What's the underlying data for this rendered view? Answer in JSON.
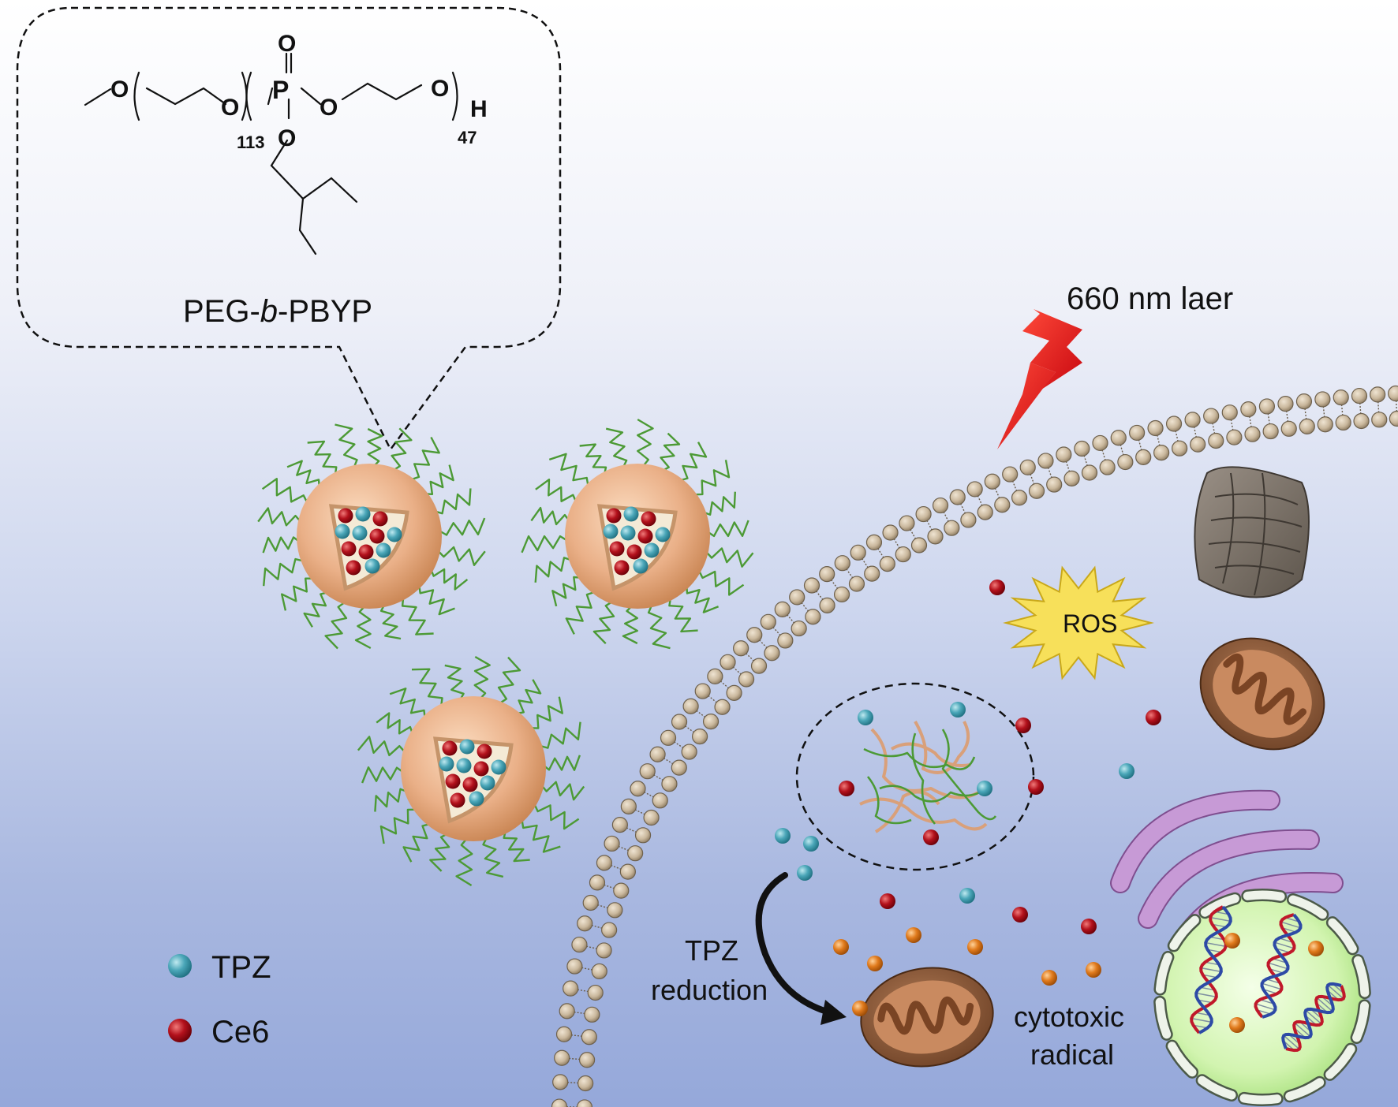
{
  "chemistry": {
    "atoms": {
      "O": "O",
      "P": "P",
      "H": "H"
    },
    "subscript_peg": "113",
    "subscript_pbyp": "47",
    "polymer_name_prefix": "PEG-",
    "polymer_name_italic": "b",
    "polymer_name_suffix": "-PBYP"
  },
  "labels": {
    "laser": "660 nm laer",
    "ros": "ROS",
    "tpz_reduction_line1": "TPZ",
    "tpz_reduction_line2": "reduction",
    "radical_line1": "cytotoxic",
    "radical_line2": "radical"
  },
  "legend": [
    {
      "label": "TPZ",
      "color": "#4aa6b8"
    },
    {
      "label": "Ce6",
      "color": "#b3111c"
    }
  ],
  "colors": {
    "tpz": "#4aa6b8",
    "ce6": "#b3111c",
    "radical": "#e07a1c",
    "micelle_shell": "#e8ae7e",
    "peg_chain": "#4c9a35",
    "laser_bolt": "#e5141b",
    "ros_burst": "#f7e05a",
    "membrane_head": "#c9b79c",
    "mitochondria": "#8a5a3c",
    "er": "#c79ad6",
    "nucleus": "#d7f5b8",
    "golgi": "#7b7168"
  },
  "icons": [
    "laser-bolt-icon",
    "ros-burst-icon",
    "mitochondria-icon",
    "golgi-icon",
    "nucleus-icon",
    "dna-icon",
    "micelle-icon"
  ]
}
